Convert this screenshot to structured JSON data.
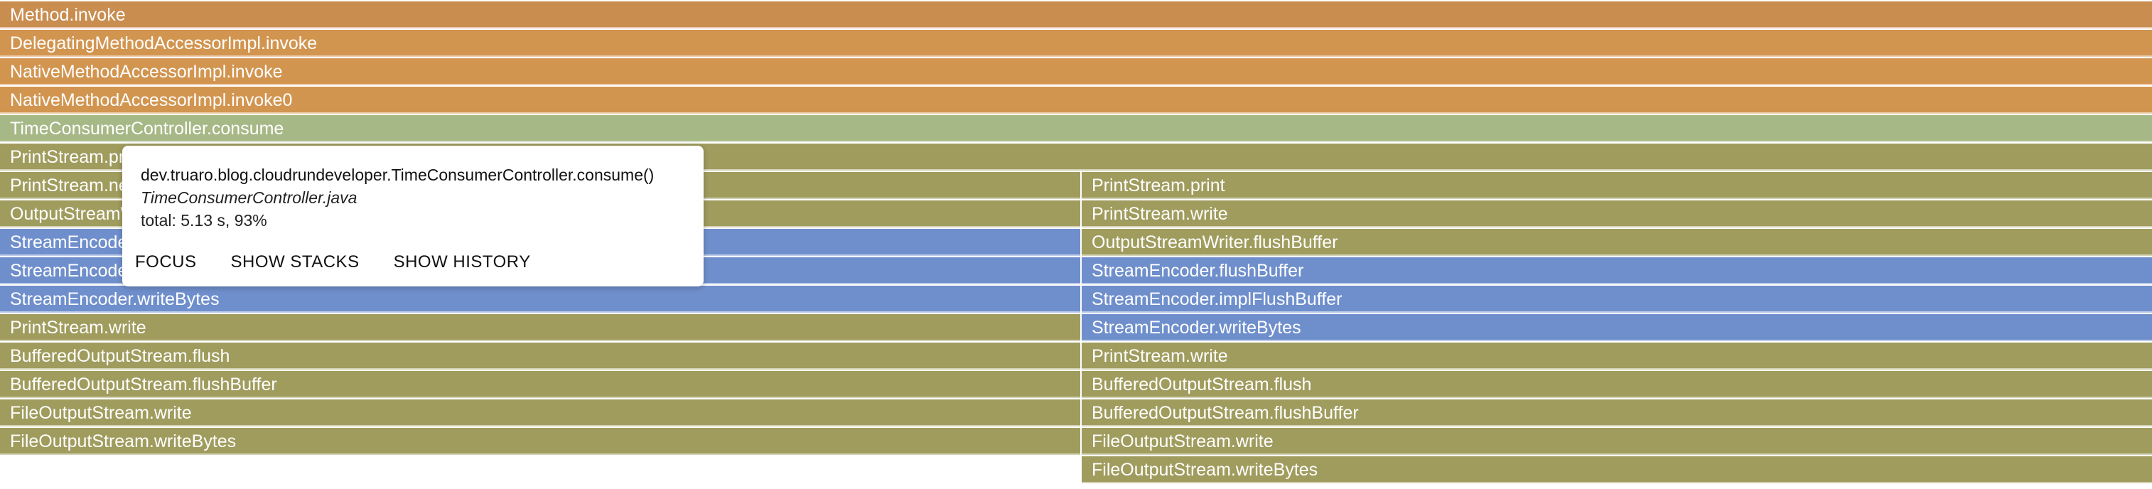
{
  "colors": {
    "c-orange1": "#c98d50",
    "c-orange2": "#d29550",
    "c-sage": "#a6b886",
    "c-olive": "#a09c5e",
    "c-blue": "#6f8fcc"
  },
  "frames": [
    {
      "name": "Method.invoke",
      "color": "c-orange1",
      "depth": 0,
      "start": 0,
      "width": 1
    },
    {
      "name": "DelegatingMethodAccessorImpl.invoke",
      "color": "c-orange2",
      "depth": 1,
      "start": 0,
      "width": 1
    },
    {
      "name": "NativeMethodAccessorImpl.invoke",
      "color": "c-orange2",
      "depth": 2,
      "start": 0,
      "width": 1
    },
    {
      "name": "NativeMethodAccessorImpl.invoke0",
      "color": "c-orange2",
      "depth": 3,
      "start": 0,
      "width": 1
    },
    {
      "name": "TimeConsumerController.consume",
      "color": "c-sage",
      "depth": 4,
      "start": 0,
      "width": 1
    },
    {
      "name": "PrintStream.println",
      "color": "c-olive",
      "depth": 5,
      "start": 0,
      "width": 1
    },
    {
      "name": "PrintStream.newLine",
      "color": "c-olive",
      "depth": 6,
      "start": 0,
      "width": 0.5026
    },
    {
      "name": "OutputStreamWriter.flushBuffer",
      "color": "c-olive",
      "depth": 7,
      "start": 0,
      "width": 0.5026
    },
    {
      "name": "StreamEncoder.flushBuffer",
      "color": "c-blue",
      "depth": 8,
      "start": 0,
      "width": 0.5026
    },
    {
      "name": "StreamEncoder.implFlushBuffer",
      "color": "c-blue",
      "depth": 9,
      "start": 0,
      "width": 0.5026
    },
    {
      "name": "StreamEncoder.writeBytes",
      "color": "c-blue",
      "depth": 10,
      "start": 0,
      "width": 0.5026
    },
    {
      "name": "PrintStream.write",
      "color": "c-olive",
      "depth": 11,
      "start": 0,
      "width": 0.5026
    },
    {
      "name": "BufferedOutputStream.flush",
      "color": "c-olive",
      "depth": 12,
      "start": 0,
      "width": 0.5026
    },
    {
      "name": "BufferedOutputStream.flushBuffer",
      "color": "c-olive",
      "depth": 13,
      "start": 0,
      "width": 0.5026
    },
    {
      "name": "FileOutputStream.write",
      "color": "c-olive",
      "depth": 14,
      "start": 0,
      "width": 0.5026
    },
    {
      "name": "FileOutputStream.writeBytes",
      "color": "c-olive",
      "depth": 15,
      "start": 0,
      "width": 0.5026
    },
    {
      "name": "PrintStream.print",
      "color": "c-olive",
      "depth": 6,
      "start": 0.5026,
      "width": 0.4974
    },
    {
      "name": "PrintStream.write",
      "color": "c-olive",
      "depth": 7,
      "start": 0.5026,
      "width": 0.4974
    },
    {
      "name": "OutputStreamWriter.flushBuffer",
      "color": "c-olive",
      "depth": 8,
      "start": 0.5026,
      "width": 0.4974
    },
    {
      "name": "StreamEncoder.flushBuffer",
      "color": "c-blue",
      "depth": 9,
      "start": 0.5026,
      "width": 0.4974
    },
    {
      "name": "StreamEncoder.implFlushBuffer",
      "color": "c-blue",
      "depth": 10,
      "start": 0.5026,
      "width": 0.4974
    },
    {
      "name": "StreamEncoder.writeBytes",
      "color": "c-blue",
      "depth": 11,
      "start": 0.5026,
      "width": 0.4974
    },
    {
      "name": "PrintStream.write",
      "color": "c-olive",
      "depth": 12,
      "start": 0.5026,
      "width": 0.4974
    },
    {
      "name": "BufferedOutputStream.flush",
      "color": "c-olive",
      "depth": 13,
      "start": 0.5026,
      "width": 0.4974
    },
    {
      "name": "BufferedOutputStream.flushBuffer",
      "color": "c-olive",
      "depth": 14,
      "start": 0.5026,
      "width": 0.4974
    },
    {
      "name": "FileOutputStream.write",
      "color": "c-olive",
      "depth": 15,
      "start": 0.5026,
      "width": 0.4974
    },
    {
      "name": "FileOutputStream.writeBytes",
      "color": "c-olive",
      "depth": 16,
      "start": 0.5026,
      "width": 0.4974
    }
  ],
  "tooltip": {
    "full_name": "dev.truaro.blog.cloudrundeveloper.TimeConsumerController.consume()",
    "file": "TimeConsumerController.java",
    "total": "total: 5.13 s, 93%",
    "actions": {
      "focus": "FOCUS",
      "show_stacks": "SHOW STACKS",
      "show_history": "SHOW HISTORY"
    }
  }
}
